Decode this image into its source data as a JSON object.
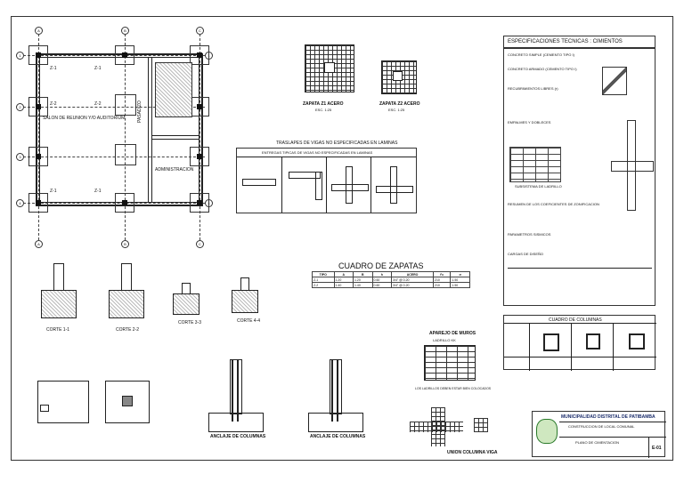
{
  "plan": {
    "axes_letters": [
      "A",
      "B",
      "C"
    ],
    "axes_numbers": [
      "1",
      "2",
      "3",
      "4"
    ],
    "room_label": "SALON DE REUNION Y/O AUDITORIUM",
    "pasadizo": "PASADIZO",
    "admin": "ADMINISTRACION",
    "footing_tag": "Z-1",
    "footing_tag2": "Z-2"
  },
  "zapatas": {
    "z1": "ZAPATA Z1 ACERO",
    "z2": "ZAPATA Z2 ACERO",
    "scale": "ESC. 1:25"
  },
  "traslapes": {
    "title": "TRASLAPES DE VIGAS NO ESPECIFICADAS EN LAMINAS",
    "subtitle": "ENTREGAS TIPICAS DE VIGAS NO ESPECIFICADAS EN LAMINAS"
  },
  "cuadro_zapatas": {
    "title": "CUADRO DE ZAPATAS",
    "headers": [
      "TIPO",
      "A",
      "B",
      "h",
      "ACERO",
      "f'c",
      "σ"
    ],
    "rows": [
      [
        "Z-1",
        "1.20",
        "1.20",
        "0.60",
        "3/4\" @ 0.20",
        "210",
        "1.50"
      ],
      [
        "Z-2",
        "1.40",
        "1.40",
        "0.60",
        "3/4\" @ 0.20",
        "210",
        "1.50"
      ]
    ]
  },
  "cortes": [
    "CORTE 1-1",
    "CORTE 2-2",
    "CORTE 3-3",
    "CORTE 4-4"
  ],
  "anclaje": [
    "ANCLAJE DE COLUMNAS",
    "ANCLAJE DE COLUMNAS"
  ],
  "aparejo": {
    "title": "APAREJO DE MUROS",
    "sub": "LADRILLO KK",
    "note": "LOS LADRILLOS DEBEN ESTAR BIEN COLOCADOS"
  },
  "union": "UNION COLUMNA VIGA",
  "specs": {
    "title": "ESPECIFICACIONES TECNICAS : CIMIENTOS",
    "sections": [
      "CONCRETO SIMPLE (CEMENTO TIPO I)",
      "CONCRETO ARMADO (CEMENTO TIPO I)",
      "RECUBRIMIENTOS LIBRES (r)",
      "EMPALMES Y DOBLECES",
      "SUBSISTEMA DE LADRILLO",
      "RESUMEN DE LOS COEFICIENTES DE ZONIFICACION",
      "PARAMETROS SISMICOS",
      "CARGAS DE DISEÑO"
    ]
  },
  "cuadro_columnas": {
    "title": "CUADRO DE COLUMNAS"
  },
  "title_block": {
    "entity": "MUNICIPALIDAD DISTRITAL DE PATIBAMBA",
    "project": "CONSTRUCCION DE LOCAL COMUNAL",
    "sheet_title": "PLANO DE CIMENTACION",
    "sheet_no": "E-01"
  }
}
